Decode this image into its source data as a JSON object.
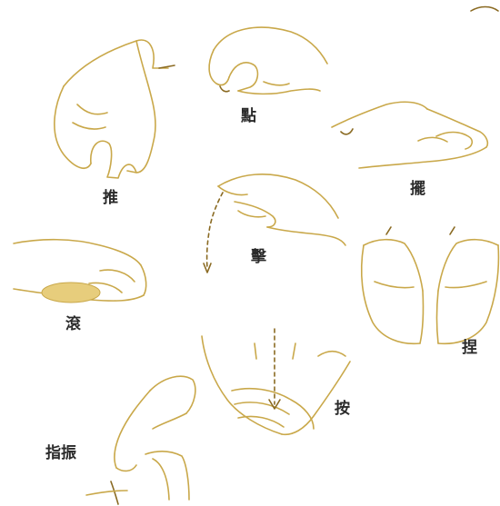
{
  "colors": {
    "line": "#c9a84a",
    "line_dark": "#8a6a22",
    "shade": "#e7cd7c",
    "label": "#2a2a2a",
    "background": "#ffffff"
  },
  "techniques": {
    "tui": "推",
    "dian": "點",
    "bai": "擺",
    "ji": "擊",
    "gun": "滾",
    "nie": "捏",
    "an": "按",
    "zhizhen": "指振"
  }
}
